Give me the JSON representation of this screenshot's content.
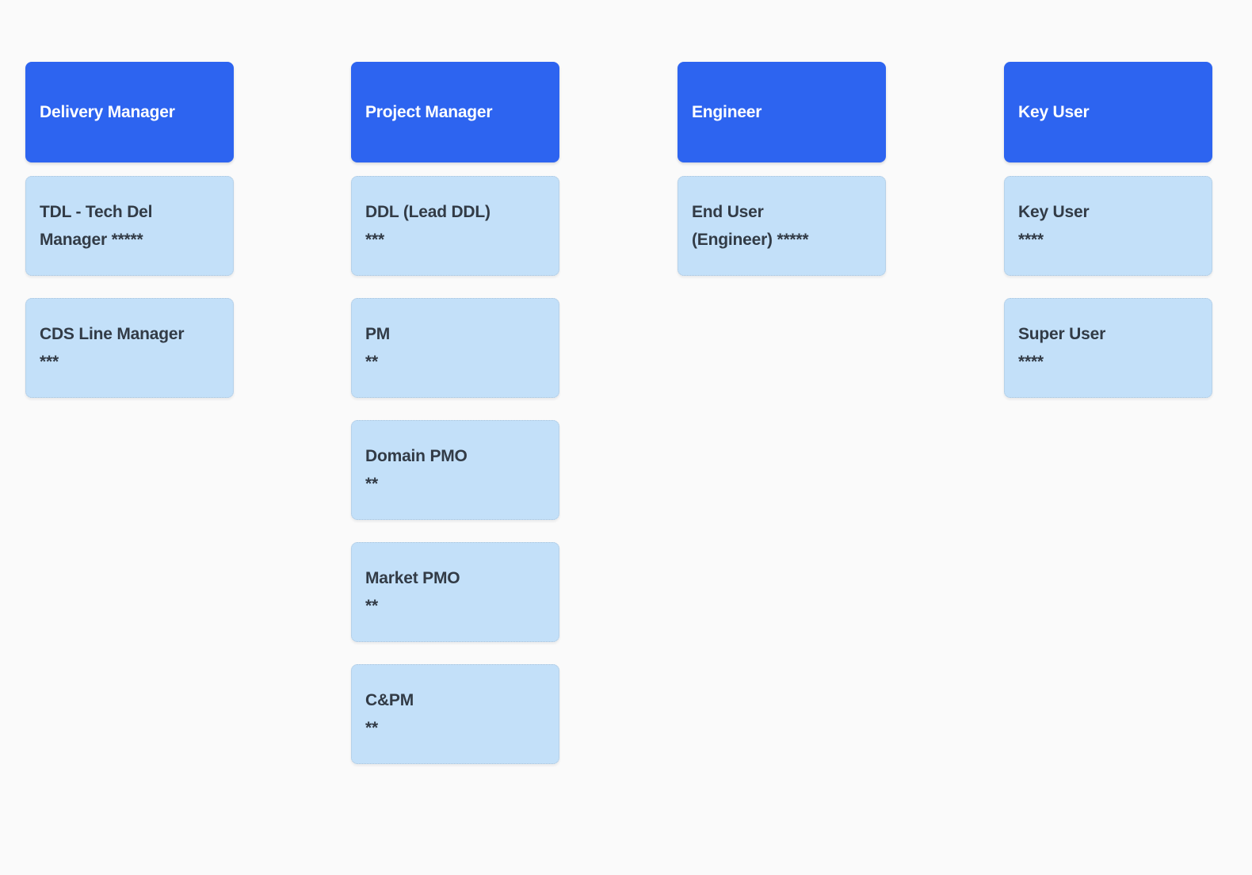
{
  "board": {
    "background_color": "#fafafa",
    "header_color": "#2d64f0",
    "header_text_color": "#ffffff",
    "card_color": "#c3e0f9",
    "card_text_color": "#323b46"
  },
  "columns": [
    {
      "header": "Delivery Manager",
      "cards": [
        {
          "line1": "TDL - Tech Del",
          "line2": "Manager *****"
        },
        {
          "line1": "CDS Line Manager",
          "line2": "***"
        }
      ]
    },
    {
      "header": "Project Manager",
      "cards": [
        {
          "line1": "DDL (Lead DDL)",
          "line2": "***"
        },
        {
          "line1": "PM",
          "line2": "**"
        },
        {
          "line1": "Domain PMO",
          "line2": "**"
        },
        {
          "line1": "Market PMO",
          "line2": "**"
        },
        {
          "line1": "C&PM",
          "line2": "**"
        }
      ]
    },
    {
      "header": "Engineer",
      "cards": [
        {
          "line1": "End User",
          "line2": "(Engineer) *****"
        }
      ]
    },
    {
      "header": "Key User",
      "cards": [
        {
          "line1": "Key User",
          "line2": "****"
        },
        {
          "line1": "Super User",
          "line2": "****"
        }
      ]
    }
  ]
}
